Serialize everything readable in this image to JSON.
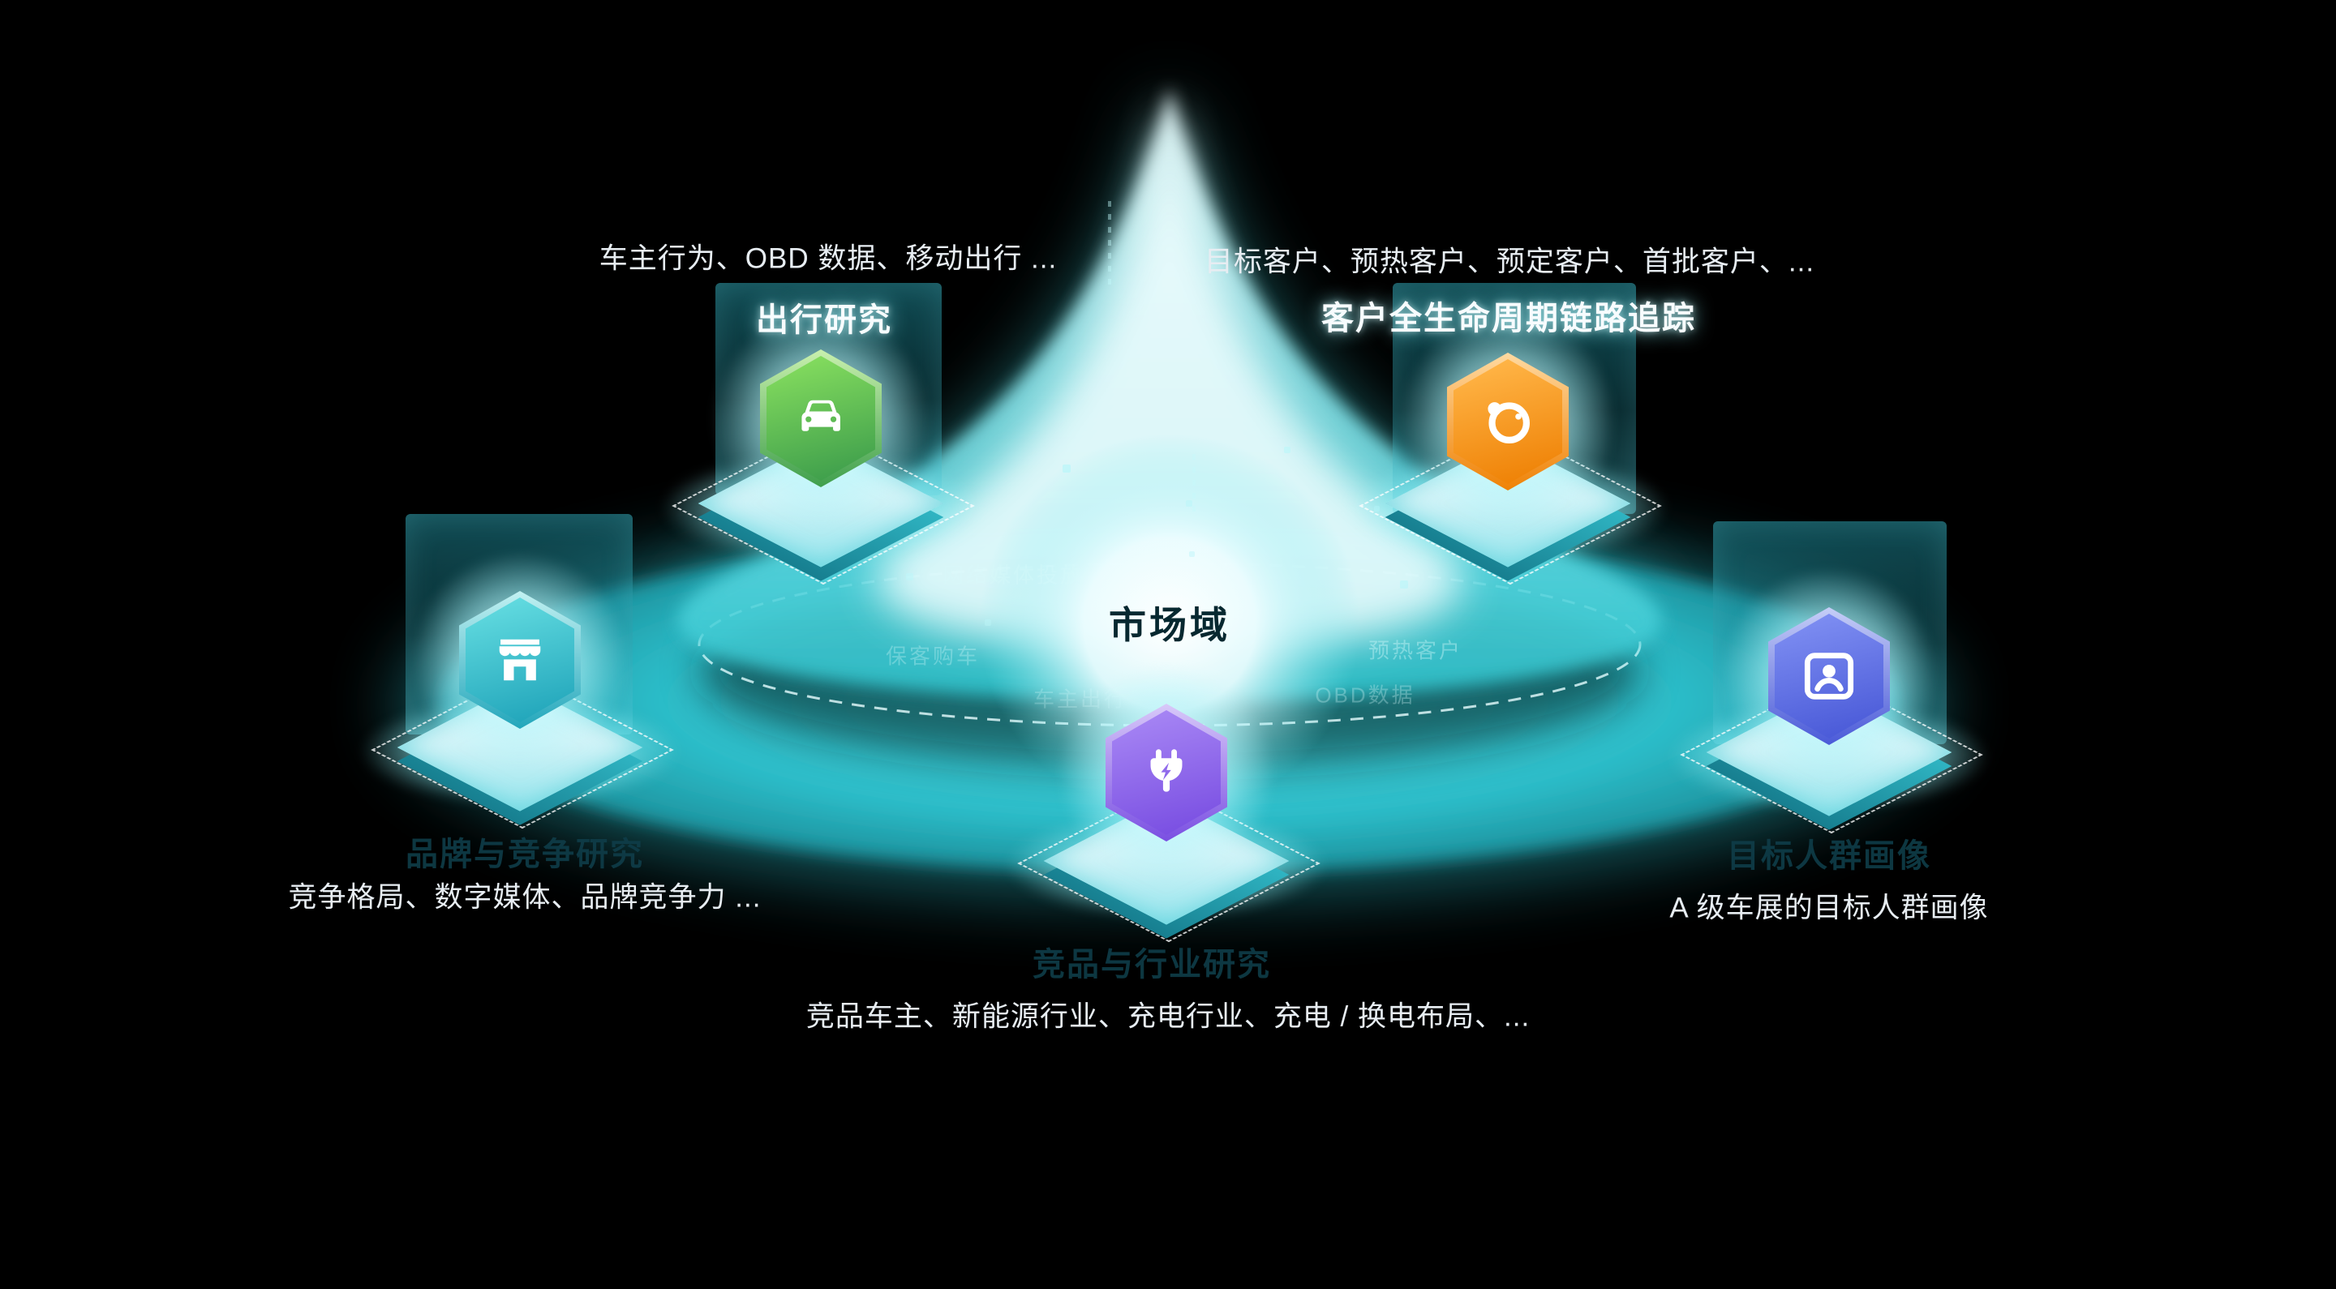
{
  "scene": {
    "background_color": "#000000",
    "accent_color": "#2fc6d0",
    "center_label": "市场域"
  },
  "nodes": [
    {
      "id": "travel-research",
      "title": "出行研究",
      "subtitle": "车主行为、OBD 数据、移动出行 ...",
      "icon": "car-icon",
      "color_light": "#c9f0ae",
      "color_main": "#84dc5e",
      "color_dark": "#3f9f4c"
    },
    {
      "id": "customer-lifecycle",
      "title": "客户全生命周期链路追踪",
      "subtitle": "目标客户、预热客户、预定客户、首批客户、...",
      "icon": "orbit-icon",
      "color_light": "#ffd9a0",
      "color_main": "#ffb547",
      "color_dark": "#ef8206"
    },
    {
      "id": "brand-competition",
      "title": "品牌与竞争研究",
      "subtitle": "竞争格局、数字媒体、品牌竞争力 ...",
      "icon": "storefront-icon",
      "color_light": "#c2f1f2",
      "color_main": "#62dbe0",
      "color_dark": "#22a6bb"
    },
    {
      "id": "audience-profile",
      "title": "目标人群画像",
      "subtitle": "A 级车展的目标人群画像",
      "icon": "person-card-icon",
      "color_light": "#c6cef7",
      "color_main": "#7e8ef2",
      "color_dark": "#4a5ad8"
    },
    {
      "id": "industry-research",
      "title": "竞品与行业研究",
      "subtitle": "竞品车主、新能源行业、充电行业、充电 / 换电布局、...",
      "icon": "charging-plug-icon",
      "color_light": "#d8c9f9",
      "color_main": "#a685f4",
      "color_dark": "#7a4fe2"
    }
  ],
  "watermarks": [
    "网络媒体投放",
    "保客购车",
    "预热客户",
    "OBD数据",
    "车主出行"
  ]
}
